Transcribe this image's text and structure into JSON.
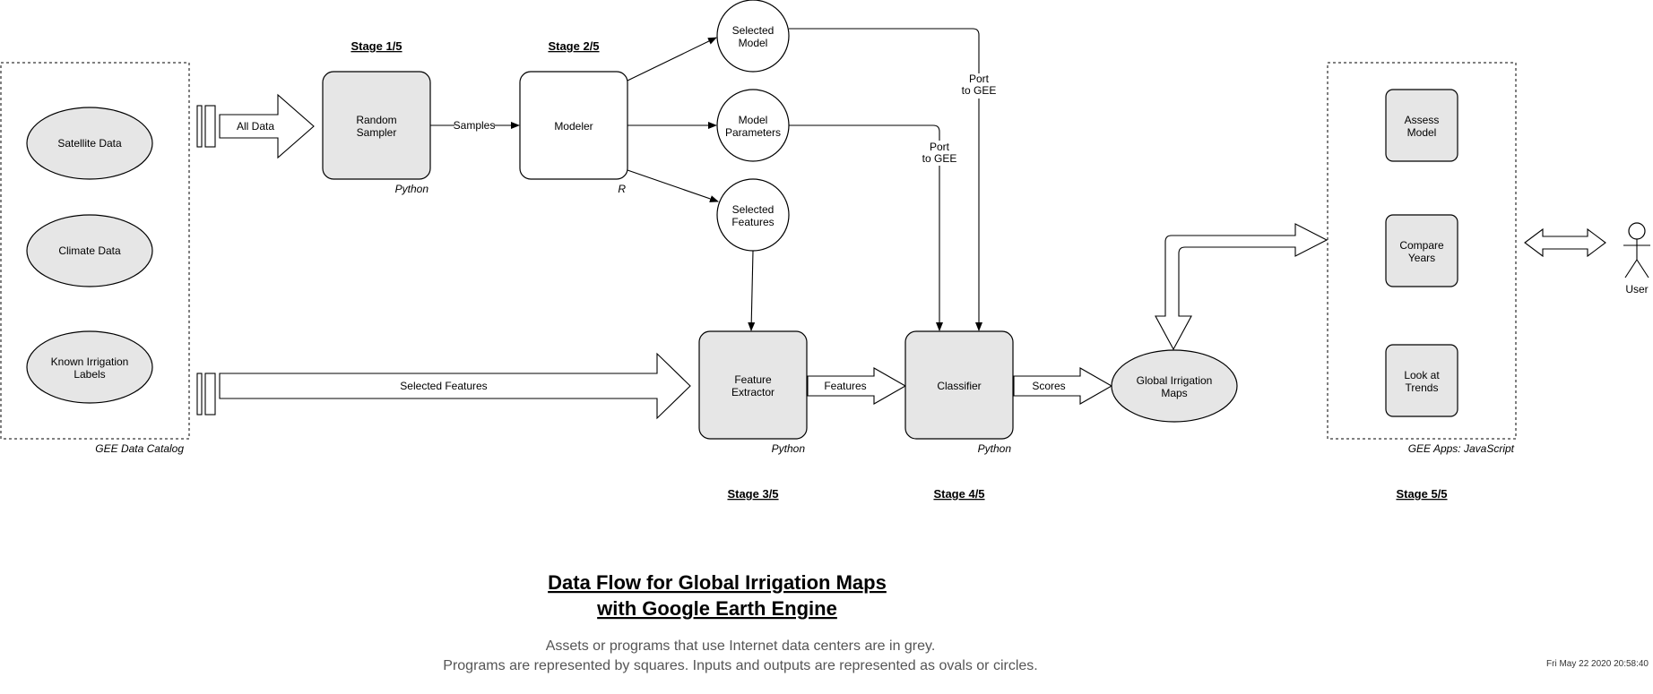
{
  "diagram": {
    "title_line1": "Data Flow for Global Irrigation Maps",
    "title_line2": "with Google Earth Engine",
    "note_line1": "Assets or programs that use Internet data centers are in grey.",
    "note_line2": "Programs are represented by squares.  Inputs and outputs are represented as ovals or circles.",
    "timestamp": "Fri May 22 2020 20:58:40",
    "catalog": {
      "caption": "GEE Data Catalog",
      "items": [
        {
          "line1": "Satellite Data",
          "line2": ""
        },
        {
          "line1": "Climate Data",
          "line2": ""
        },
        {
          "line1": "Known Irrigation",
          "line2": "Labels"
        }
      ]
    },
    "stages": {
      "s1": "Stage 1/5",
      "s2": "Stage 2/5",
      "s3": "Stage 3/5",
      "s4": "Stage 4/5",
      "s5": "Stage 5/5"
    },
    "nodes": {
      "random_sampler": {
        "line1": "Random",
        "line2": "Sampler",
        "lang": "Python"
      },
      "modeler": {
        "line1": "Modeler",
        "lang": "R"
      },
      "selected_model": {
        "line1": "Selected",
        "line2": "Model"
      },
      "model_parameters": {
        "line1": "Model",
        "line2": "Parameters"
      },
      "selected_features": {
        "line1": "Selected",
        "line2": "Features"
      },
      "feature_extractor": {
        "line1": "Feature",
        "line2": "Extractor",
        "lang": "Python"
      },
      "classifier": {
        "line1": "Classifier",
        "lang": "Python"
      },
      "global_maps": {
        "line1": "Global Irrigation",
        "line2": "Maps"
      }
    },
    "edges": {
      "all_data": "All Data",
      "samples": "Samples",
      "selected_features_flow": "Selected Features",
      "features": "Features",
      "scores": "Scores",
      "port1_line1": "Port",
      "port1_line2": "to GEE",
      "port2_line1": "Port",
      "port2_line2": "to GEE"
    },
    "apps": {
      "caption": "GEE Apps: JavaScript",
      "items": [
        {
          "line1": "Assess",
          "line2": "Model"
        },
        {
          "line1": "Compare",
          "line2": "Years"
        },
        {
          "line1": "Look at",
          "line2": "Trends"
        }
      ]
    },
    "user": {
      "label": "User"
    }
  }
}
